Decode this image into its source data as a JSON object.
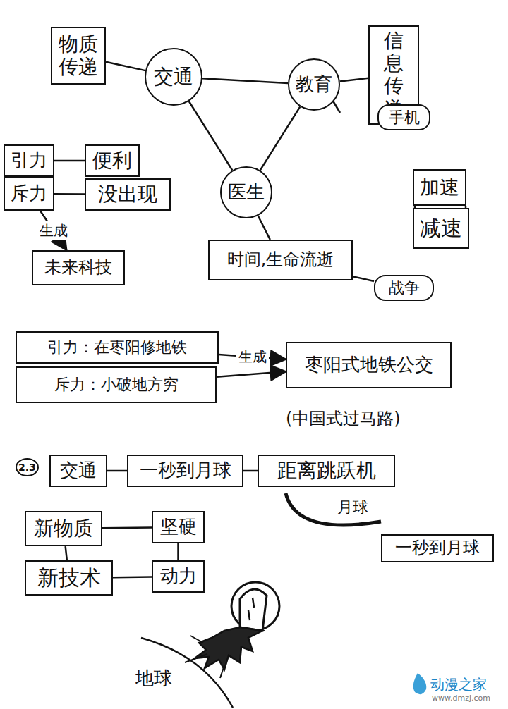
{
  "diagram": {
    "nodes": [
      {
        "text": [
          "物质 传递"
        ]
      },
      {
        "text": [
          "交通"
        ]
      },
      {
        "text": [
          "教育"
        ]
      },
      {
        "text": [
          "信息 传递"
        ]
      },
      {
        "text": [
          "手机"
        ]
      },
      {
        "text": [
          "引力"
        ]
      },
      {
        "text": [
          "斥力"
        ]
      },
      {
        "text": [
          "便利"
        ]
      },
      {
        "text": [
          "没出现"
        ]
      },
      {
        "text": [
          "未来科技"
        ]
      },
      {
        "text": [
          "医生"
        ]
      },
      {
        "text": [
          "时间,生命流逝"
        ]
      },
      {
        "text": [
          "战争"
        ]
      },
      {
        "text": [
          "加速"
        ]
      },
      {
        "text": [
          "减速"
        ]
      },
      {
        "text": [
          "引力：在枣阳修地铁"
        ]
      },
      {
        "text": [
          "斥力：小破地方穷"
        ]
      },
      {
        "text": [
          "枣阳式地铁公交"
        ]
      },
      {
        "text": [
          "交通"
        ]
      },
      {
        "text": [
          "一秒到月球"
        ]
      },
      {
        "text": [
          "距离跳跃机"
        ]
      },
      {
        "text": [
          "一秒到月球"
        ]
      },
      {
        "text": [
          "新物质"
        ]
      },
      {
        "text": [
          "坚硬"
        ]
      },
      {
        "text": [
          "新技术"
        ]
      },
      {
        "text": [
          "动力"
        ]
      }
    ],
    "edges": [
      {
        "from": 0,
        "to": 1,
        "arrow": "none"
      },
      {
        "from": 1,
        "to": 2,
        "arrow": "none"
      },
      {
        "from": 2,
        "to": 3,
        "arrow": "none"
      },
      {
        "from": 3,
        "to": 4,
        "arrow": "none"
      },
      {
        "from": 1,
        "to": 10,
        "arrow": "none"
      },
      {
        "from": 2,
        "to": 10,
        "arrow": "none"
      },
      {
        "from": 5,
        "to": 7,
        "arrow": "none"
      },
      {
        "from": 6,
        "to": 8,
        "arrow": "none"
      },
      {
        "from": 6,
        "to": 9,
        "label": "生成",
        "arrow": "to"
      },
      {
        "from": 10,
        "to": 11,
        "arrow": "none"
      },
      {
        "from": 11,
        "to": 12,
        "arrow": "none"
      },
      {
        "from": 15,
        "to": 17,
        "label": "生成",
        "arrow": "to"
      },
      {
        "from": 16,
        "to": 17,
        "arrow": "to"
      },
      {
        "from": 18,
        "to": 19,
        "arrow": "none"
      },
      {
        "from": 19,
        "to": 20,
        "arrow": "none"
      },
      {
        "from": 22,
        "to": 23,
        "arrow": "none"
      },
      {
        "from": 22,
        "to": 24,
        "arrow": "none"
      },
      {
        "from": 23,
        "to": 25,
        "arrow": "none"
      },
      {
        "from": 24,
        "to": 25,
        "arrow": "none"
      }
    ],
    "labels": [
      "(中国式过马路)",
      "2.3",
      "月球",
      "地球",
      "动漫之家",
      "www.dmzj.com"
    ]
  }
}
